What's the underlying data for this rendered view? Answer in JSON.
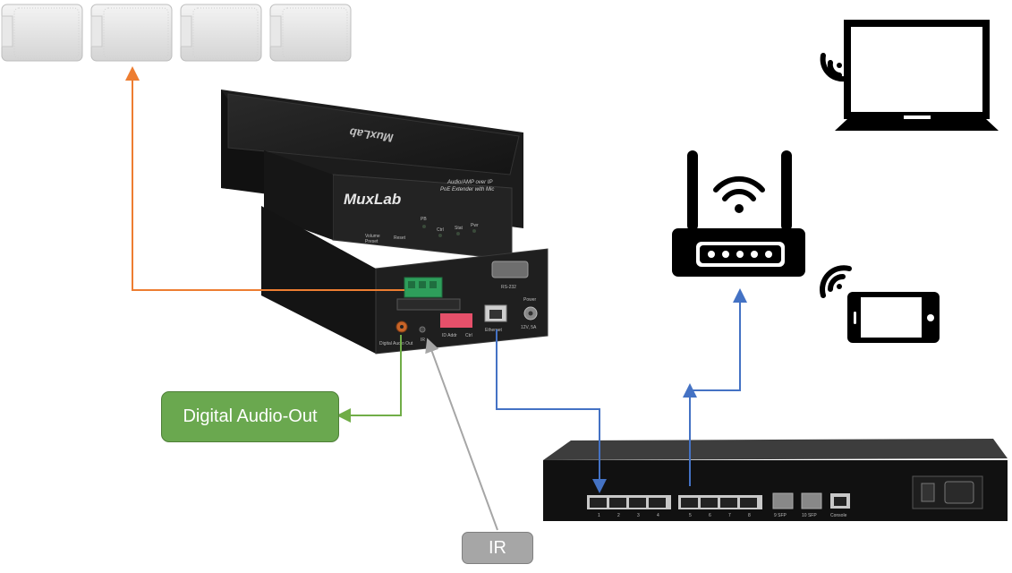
{
  "labels": {
    "digital_audio_out": "Digital Audio-Out",
    "ir": "IR"
  },
  "device": {
    "brand": "MuxLab",
    "model_line1": "Audio/AMP over IP",
    "model_line2": "PoE Extender with Mic",
    "front_labels": [
      "Volume",
      "Preset",
      "Reset",
      "PB",
      "Ctrl",
      "Stat",
      "Pwr"
    ],
    "rear_labels": {
      "rs232": "RS-232",
      "power": "Power",
      "power_spec": "12V, 5A",
      "ethernet": "Ethernet",
      "id_addr": "ID Addr",
      "ctrl": "Ctrl",
      "ir": "IR",
      "digital_audio_out": "Digital Audio Out"
    }
  },
  "switch": {
    "port_numbers": [
      "1",
      "2",
      "3",
      "4",
      "5",
      "6",
      "7",
      "8"
    ],
    "sfp_labels": [
      "9 SFP",
      "10 SFP"
    ],
    "console_label": "Console"
  },
  "colors": {
    "speaker_line": "#ed7d31",
    "audio_line": "#70ad47",
    "ir_line": "#a6a6a6",
    "network_line": "#4472c4"
  },
  "icons": [
    "speaker-icon",
    "laptop-icon",
    "wifi-router-icon",
    "smartphone-icon",
    "wifi-signal-icon"
  ]
}
